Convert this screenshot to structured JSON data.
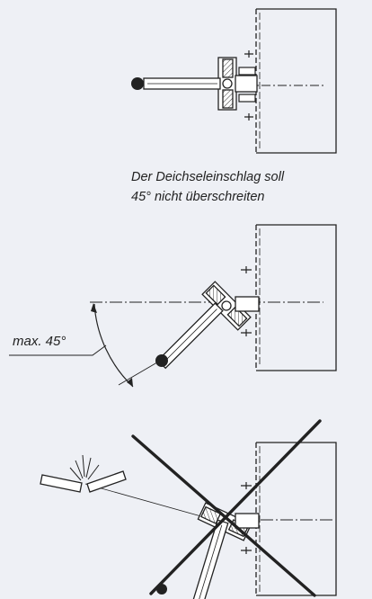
{
  "caption": {
    "line1": "Der Deichseleinschlag soll",
    "line2": "45° nicht überschreiten"
  },
  "angle_label": "max. 45°"
}
